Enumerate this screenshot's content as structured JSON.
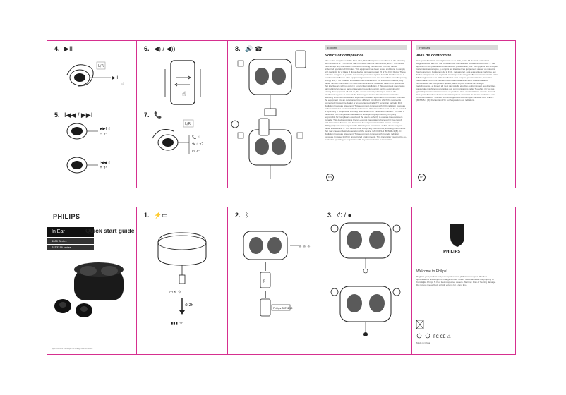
{
  "cover": {
    "brand": "PHILIPS",
    "product_line": "In Ear",
    "series": "3000 Series",
    "model": "TAT3216 series",
    "title": "Quick start guide",
    "footnote": "Specifications are subject to change without notice."
  },
  "steps": {
    "step1": "1.",
    "step2": "2.",
    "step3": "3.",
    "step4": "4.",
    "step5": "5.",
    "step6": "6.",
    "step7": "7.",
    "step8": "8."
  },
  "symbols": {
    "play_pause": "▶II",
    "prev_next": "I◀◀ / ▶▶I",
    "volume": "◀) / ◀))",
    "call": "📞",
    "step3_power": "⏻ / ●"
  },
  "labels": {
    "tap_2s": "2\"",
    "x2": "x2",
    "press_2s": "2s",
    "left_right": "L / R"
  },
  "compliance_en": {
    "tab": "English",
    "heading": "Notice of compliance",
    "body": "This device complies with the FCC rules, Part 15. Operation is subject to the following two conditions: 1. This device may not cause harmful interference, and 2. This device must accept any interference received, including interference that may cause undesired operation. FCC rules. This equipment has been tested and found to comply with the limits for a Class B digital device, pursuant to part 15 of the FCC Rules. These limits are designed to provide reasonable protection against harmful interference in a residential installation. This equipment generates, uses and can radiate radio frequency energy and, if not installed and used in accordance with the instruction manual, may cause harmful interference to radio communications. However, there is no guarantee that interference will not occur in a particular installation. If this equipment does cause harmful interference to radio or television reception, which can be determined by turning the equipment off and on, the user is encouraged to try to correct the interference by one or more of the following measures: Reorient or relocate the receiving antenna. Increase the separation between equipment and receiver. Connect the equipment into an outlet on a circuit different from that to which the receiver is connected. Consult the dealer or an experienced radio/TV technician for help. FCC Radiation Exposure Statement: This equipment complies with FCC radiation exposure limits set forth for an uncontrolled environment. This transmitter must not be co-located or operating in conjunction with any other antenna or transmitter. Caution: The user is cautioned that changes or modifications not expressly approved by the party responsible for compliance could void the user's authority to operate the equipment. Canada: This device contains licence-exempt transmitter(s)/receiver(s) that comply with Innovation, Science and Economic Development Canada's licence-exempt RSS(s). Operation is subject to the following two conditions: 1. This device may not cause interference. 2. This device must accept any interference, including interference that may cause undesired operation of the device. CAN ICES-3 (B)/NMB-3 (B). IC Radiation Exposure Statement: This equipment complies with Canada radiation exposure limits set forth for uncontrolled environments. This transmitter must not be co-located or operating in conjunction with any other antenna or transmitter.",
    "lang": "EN"
  },
  "compliance_fr": {
    "tab": "Français",
    "heading": "Avis de conformité",
    "body": "Cet appareil satisfait aux règlements de la FCC, partie 15 du Code of Federal Regulations de la FCC. Son utilisation est soumise aux conditions suivantes : 1. Cet appareil ne doit pas causer d'interférence préjudiciable, et 2. Cet appareil doit accepter toute interférence reçue, y compris les interférences qui peuvent causer un mauvais fonctionnement. Règlement de la FCC. Cet appareil a été testé et jugé conforme aux limites s'appliquant aux appareils numériques de catégorie B, conformément à la partie 15 du règlement de la FCC. Ces limites sont conçues pour fournir une protection raisonnable contre les interférences nuisibles dans le cadre d'une installation résidentielle. Cet équipement génère, utilise et peut émettre de l'énergie radiofréquence, et il peut, s'il n'est pas installé et utilisé conformément aux directives, causer des interférences nuisibles aux communications radio. Toutefois, il n'est pas garanti qu'aucune interférence ne se produise dans une installation donnée. Canada. Cet appareil contient des émetteurs/récepteurs exemptés de licence conformes aux CNR d'Innovation, Sciences et Développement économique Canada. CAN ICES-3 (B)/NMB-3 (B). Déclaration d'IC sur l'exposition aux radiations.",
    "lang": "FR"
  },
  "welcome": {
    "brand": "PHILIPS",
    "title": "Welcome to Philips!",
    "lines": "Register your product and get support at www.philips.com/support. Product specifications are subject to change without notice. Trademarks are the property of Koninklijke Philips N.V. or their respective owners. Warning: Risk of hearing damage. Do not use the earbuds at high volume for a long time.",
    "footer": "Made in China"
  },
  "colors": {
    "border": "#d62f8f",
    "ink": "#222222",
    "earbud": "#1a1a1a",
    "case_pad": "#5a5a5a"
  }
}
